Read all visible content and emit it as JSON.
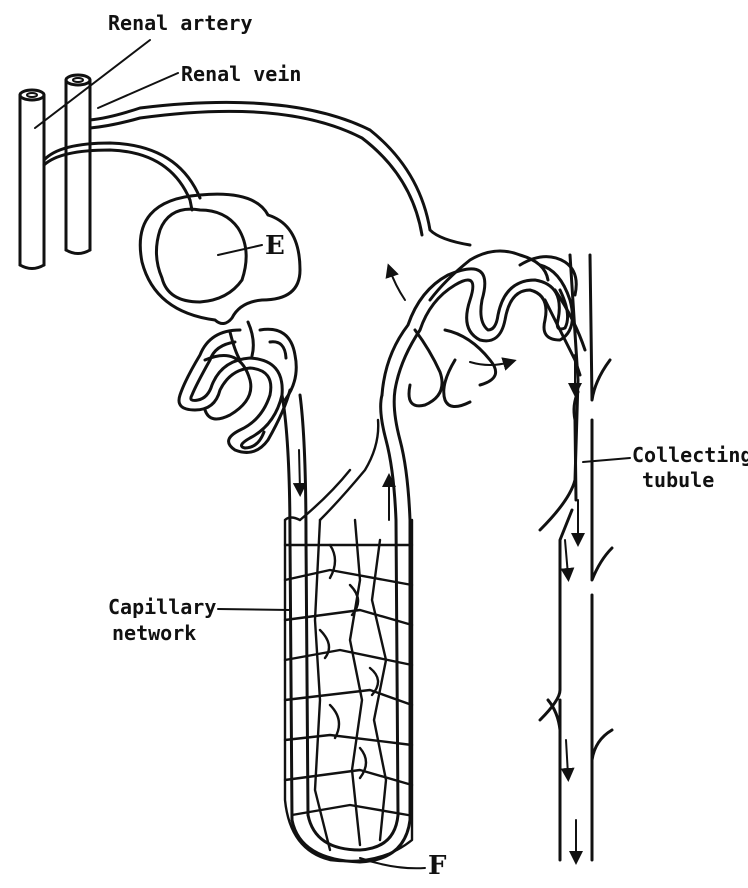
{
  "labels": {
    "renal_artery": "Renal artery",
    "renal_vein": "Renal vein",
    "e": "E",
    "collecting_line1": "Collecting",
    "collecting_line2": "tubule",
    "capillary_line1": "Capillary",
    "capillary_line2": "network",
    "f": "F"
  }
}
